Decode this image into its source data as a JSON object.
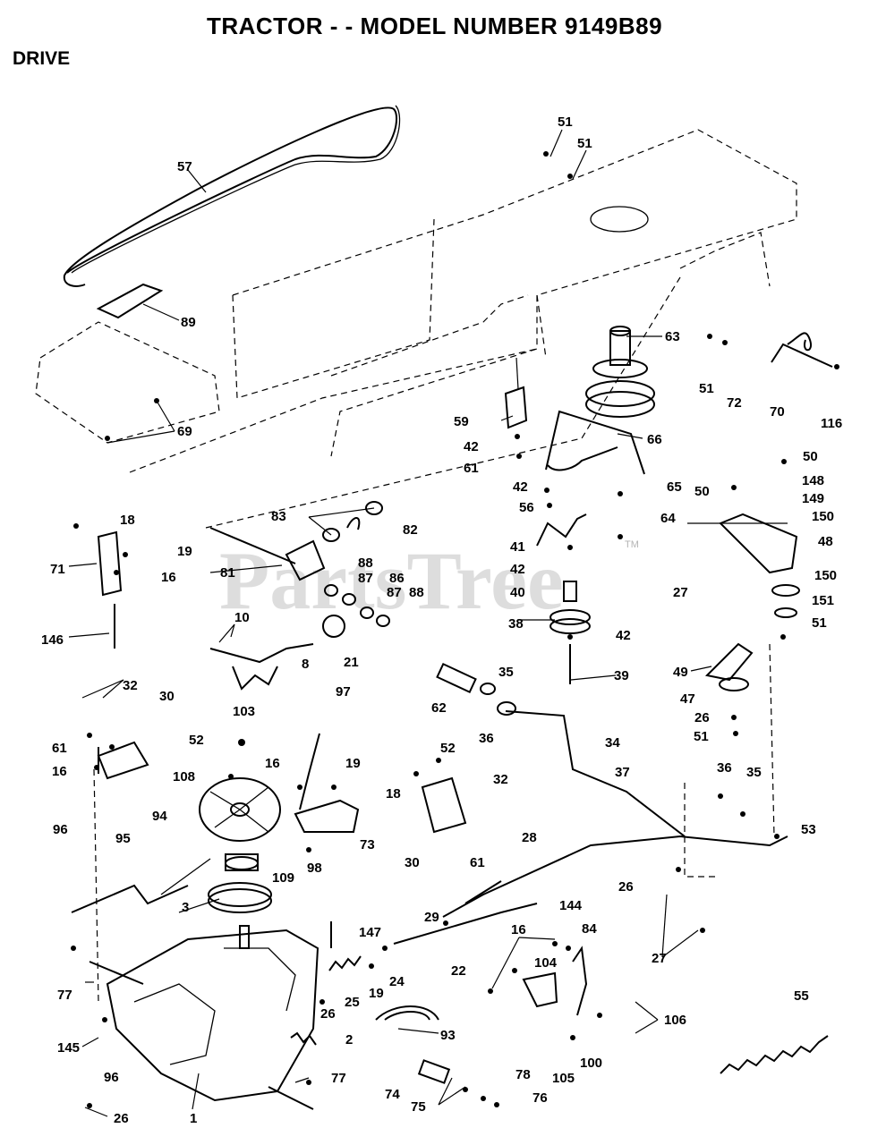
{
  "header": {
    "title": "TRACTOR - - MODEL NUMBER 9149B89",
    "section": "DRIVE"
  },
  "watermark": {
    "text": "PartsTree",
    "trademark": "TM"
  },
  "callouts": [
    "57",
    "51",
    "51",
    "89",
    "63",
    "69",
    "51",
    "72",
    "70",
    "116",
    "59",
    "66",
    "42",
    "61",
    "42",
    "65",
    "50",
    "50",
    "148",
    "149",
    "56",
    "64",
    "83",
    "82",
    "18",
    "19",
    "150",
    "71",
    "16",
    "41",
    "48",
    "81",
    "88",
    "87",
    "86",
    "87",
    "88",
    "42",
    "27",
    "150",
    "40",
    "151",
    "51",
    "146",
    "38",
    "42",
    "10",
    "21",
    "39",
    "8",
    "97",
    "62",
    "35",
    "49",
    "47",
    "32",
    "30",
    "36",
    "26",
    "52",
    "103",
    "34",
    "61",
    "16",
    "51",
    "19",
    "16",
    "52",
    "18",
    "37",
    "36",
    "35",
    "108",
    "32",
    "94",
    "73",
    "30",
    "61",
    "96",
    "53",
    "28",
    "98",
    "95",
    "109",
    "26",
    "3",
    "29",
    "144",
    "147",
    "16",
    "84",
    "22",
    "27",
    "104",
    "77",
    "24",
    "25",
    "19",
    "26",
    "106",
    "55",
    "145",
    "93",
    "2",
    "96",
    "77",
    "78",
    "105",
    "100",
    "74",
    "76",
    "26",
    "75",
    "1"
  ]
}
